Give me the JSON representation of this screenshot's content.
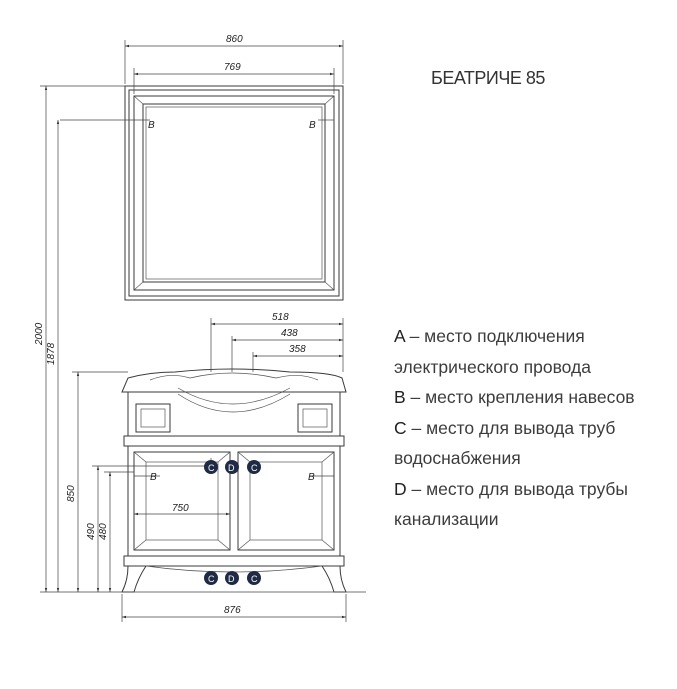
{
  "title": "БЕАТРИЧЕ 85",
  "legend": [
    {
      "key": "A",
      "text": " – место подключения электрического провода"
    },
    {
      "key": "B",
      "text": " – место крепления навесов"
    },
    {
      "key": "C",
      "text": " – место для вывода труб водоснабжения"
    },
    {
      "key": "D",
      "text": " – место для вывода трубы канализации"
    }
  ],
  "dimensions": {
    "mirror_outer_width": "860",
    "mirror_inner_width": "769",
    "cabinet_518": "518",
    "cabinet_438": "438",
    "cabinet_358": "358",
    "inner_750": "750",
    "base_width": "876",
    "height_2000": "2000",
    "height_1878": "1878",
    "height_850": "850",
    "height_490": "490",
    "height_480": "480"
  },
  "markers": {
    "b": "B",
    "c": "C",
    "d": "D"
  }
}
